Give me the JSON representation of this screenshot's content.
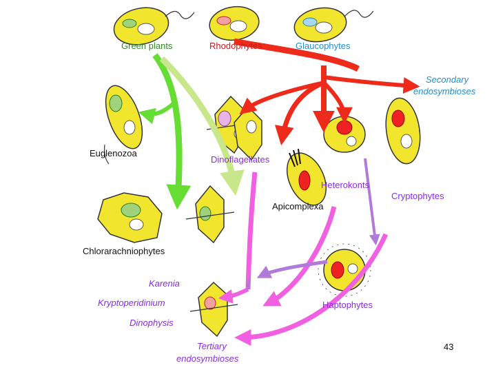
{
  "labels": {
    "green_plants": "Green plants",
    "rhodophytes": "Rhodophytes",
    "glaucophytes": "Glaucophytes",
    "secondary_endo_line1": "Secondary",
    "secondary_endo_line2": "endosymbioses",
    "euglenozoa": "Euglenozoa",
    "dinoflagellates": "Dinoflagellates",
    "heterokonts": "Heterokonts",
    "cryptophytes": "Cryptophytes",
    "apicomplexa": "Apicomplexa",
    "chlorarachniophytes": "Chlorarachniophytes",
    "karenia": "Karenia",
    "kryptoperidinium": "Kryptoperidinium",
    "haptophytes": "Haptophytes",
    "dinophysis": "Dinophysis",
    "tertiary_endo_line1": "Tertiary",
    "tertiary_endo_line2": "endosymbioses"
  },
  "page_number": "43",
  "colors": {
    "cell_yellow": "#f2e52e",
    "arrow_red": "#ee2a1a",
    "arrow_green": "#66dd33",
    "arrow_lightgreen": "#c8e68a",
    "arrow_magenta": "#f060e0",
    "arrow_purple": "#b07ad8",
    "label_green": "#2e8b22",
    "label_red": "#cc1a1a",
    "label_blue": "#1f8fd0",
    "label_purple": "#8a2be2"
  }
}
